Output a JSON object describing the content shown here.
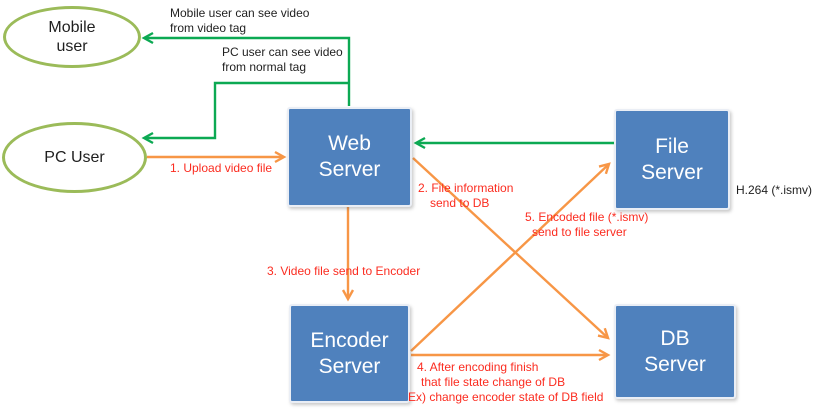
{
  "colors": {
    "background": "#ffffff",
    "server_box_fill": "#4f81bd",
    "server_box_text": "#ffffff",
    "ellipse_border": "#9bbb59",
    "green_arrow": "#0ca953",
    "orange_arrow": "#f79646",
    "red_label": "#fb2c20",
    "black_label": "#1f1f1f"
  },
  "actors": {
    "mobile_user": {
      "line1": "Mobile",
      "line2": "user"
    },
    "pc_user": {
      "label": "PC User"
    }
  },
  "servers": {
    "web": {
      "line1": "Web",
      "line2": "Server"
    },
    "file": {
      "line1": "File",
      "line2": "Server"
    },
    "encoder": {
      "line1": "Encoder",
      "line2": "Server"
    },
    "db": {
      "line1": "DB",
      "line2": "Server"
    }
  },
  "notes": {
    "mobile_view": {
      "line1": "Mobile user can see video",
      "line2": "from video tag"
    },
    "pc_view": {
      "line1": "PC user can see video",
      "line2": "from normal tag"
    },
    "file_format": "H.264 (*.ismv)"
  },
  "steps": {
    "s1": {
      "line1": "1. Upload video file"
    },
    "s2": {
      "line1": "2. File information",
      "line2": "send to DB"
    },
    "s3": {
      "line1": "3. Video file send to Encoder"
    },
    "s4": {
      "line1": "4. After encoding finish",
      "line2": "that file state change of DB",
      "line3": "Ex) change encoder state of DB field"
    },
    "s5": {
      "line1": "5. Encoded file (*.ismv)",
      "line2": "send to file server"
    }
  },
  "arrows": [
    {
      "name": "web-to-mobile",
      "color": "green",
      "meaning": "video tag stream to mobile user"
    },
    {
      "name": "web-to-pc",
      "color": "green",
      "meaning": "normal tag stream to PC user"
    },
    {
      "name": "file-to-web",
      "color": "green",
      "meaning": "file server feeds web server"
    },
    {
      "name": "pc-to-web",
      "color": "orange",
      "meaning": "upload video file"
    },
    {
      "name": "web-to-db",
      "color": "orange",
      "meaning": "file information send to DB"
    },
    {
      "name": "web-to-encoder",
      "color": "orange",
      "meaning": "video file send to encoder"
    },
    {
      "name": "encoder-to-db",
      "color": "orange",
      "meaning": "after encoding update DB state"
    },
    {
      "name": "encoder-to-file",
      "color": "orange",
      "meaning": "encoded file send to file server"
    }
  ]
}
